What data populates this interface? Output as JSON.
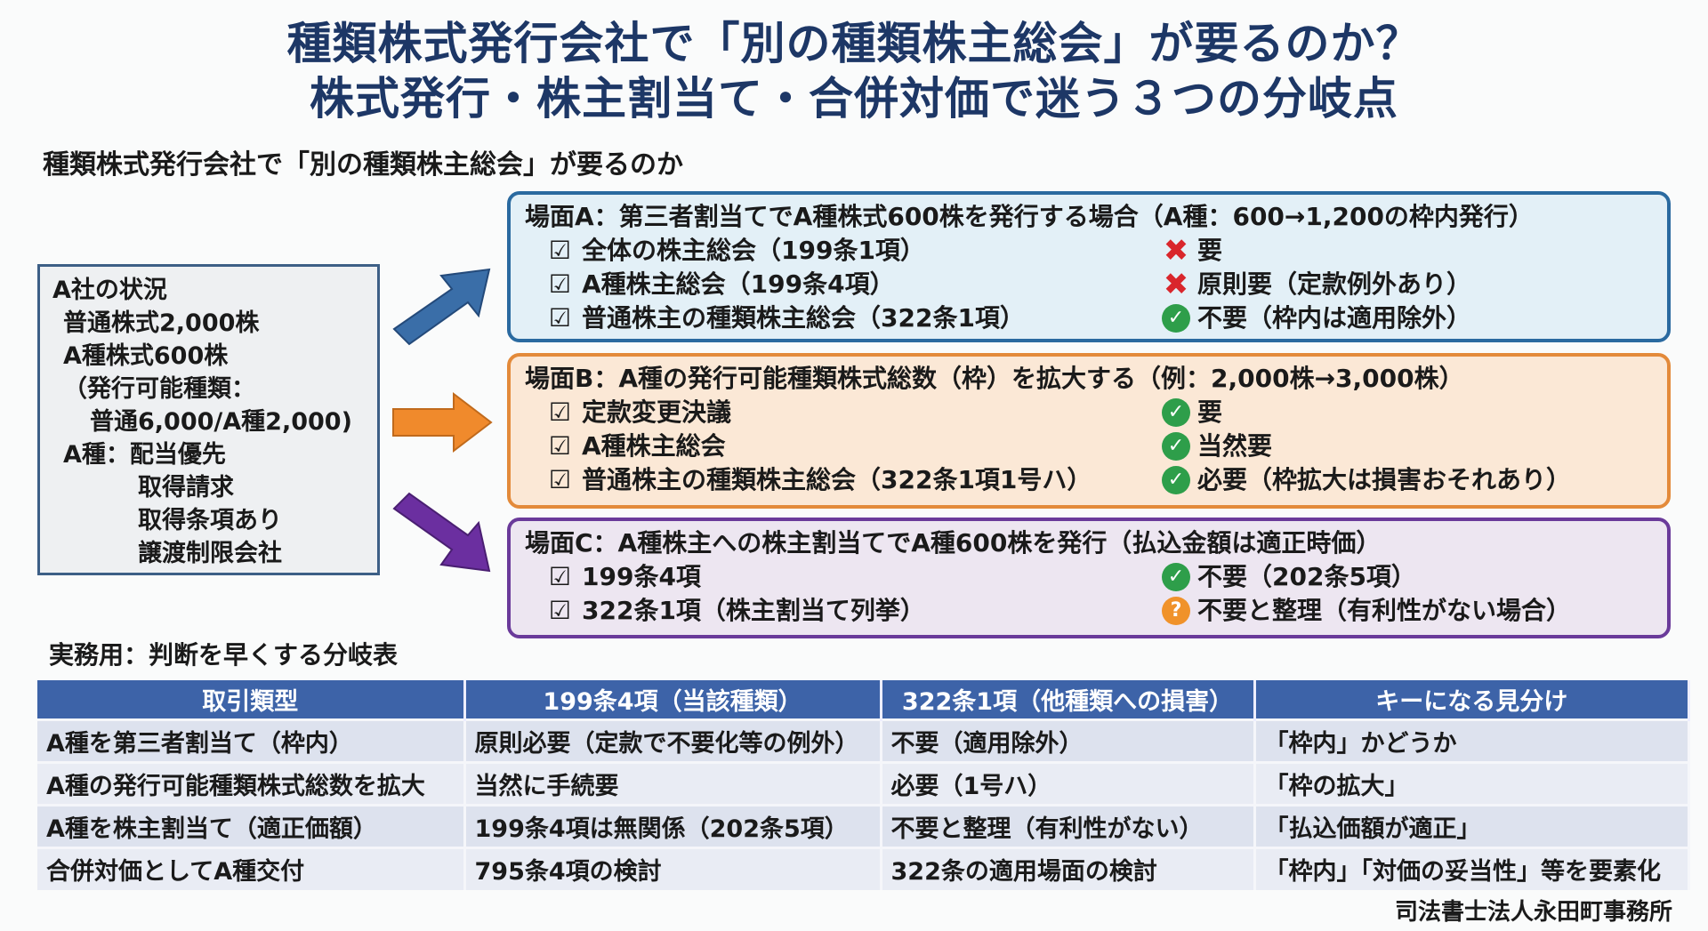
{
  "title": {
    "line1": "種類株式発行会社で「別の種類株主総会」が要るのか？",
    "line2": "株式発行・株主割当て・合併対価で迷う３つの分岐点"
  },
  "subtitle": "種類株式発行会社で「別の種類株主総会」が要るのか",
  "company": {
    "lines": [
      "A社の状況",
      "普通株式2,000株",
      "A種株式600株",
      "（発行可能種類：",
      "普通6,000/A種2,000)",
      "A種：配当優先",
      "取得請求",
      "取得条項あり",
      "譲渡制限会社"
    ]
  },
  "scenes": [
    {
      "head": "場面A：第三者割当てでA種株式600株を発行する場合（A種：600→1,200の枠内発行）",
      "color": "#2a6aa0",
      "bg": "#e3f0f7",
      "items": [
        {
          "label": "全体の株主総会（199条1項）",
          "icon": "x-icon",
          "status": "要"
        },
        {
          "label": "A種株主総会（199条4項）",
          "icon": "x-icon",
          "status": "原則要（定款例外あり）"
        },
        {
          "label": "普通株主の種類株主総会（322条1項）",
          "icon": "check-icon",
          "status": "不要（枠内は適用除外）"
        }
      ]
    },
    {
      "head": "場面B：A種の発行可能種類株式総数（枠）を拡大する（例：2,000株→3,000株）",
      "color": "#e38a3a",
      "bg": "#fbe8d6",
      "items": [
        {
          "label": "定款変更決議",
          "icon": "check-icon",
          "status": "要"
        },
        {
          "label": "A種株主総会",
          "icon": "check-icon",
          "status": "当然要"
        },
        {
          "label": "普通株主の種類株主総会（322条1項1号ハ）",
          "icon": "check-icon",
          "status": "必要（枠拡大は損害おそれあり）"
        }
      ]
    },
    {
      "head": "場面C：A種株主への株主割当てでA種600株を発行（払込金額は適正時価）",
      "color": "#6a3a9a",
      "bg": "#ede6f1",
      "items": [
        {
          "label": "199条4項",
          "icon": "check-icon",
          "status": "不要（202条5項）"
        },
        {
          "label": "322条1項（株主割当て列挙）",
          "icon": "question-icon",
          "status": "不要と整理（有利性がない場合）"
        }
      ]
    }
  ],
  "checkbox": "☑",
  "table": {
    "label": "実務用：判断を早くする分岐表",
    "headers": [
      "取引類型",
      "199条4項（当該種類）",
      "322条1項（他種類への損害）",
      "キーになる見分け"
    ],
    "rows": [
      [
        "A種を第三者割当て（枠内）",
        "原則必要（定款で不要化等の例外）",
        "不要（適用除外）",
        "「枠内」かどうか"
      ],
      [
        "A種の発行可能種類株式総数を拡大",
        "当然に手続要",
        "必要（1号ハ）",
        "「枠の拡大」"
      ],
      [
        "A種を株主割当て（適正価額）",
        "199条4項は無関係（202条5項）",
        "不要と整理（有利性がない）",
        "「払込価額が適正」"
      ],
      [
        "合併対価としてA種交付",
        "795条4項の検討",
        "322条の適用場面の検討",
        "「枠内」「対価の妥当性」等を要素化"
      ]
    ]
  },
  "footer": "司法書士法人永田町事務所"
}
